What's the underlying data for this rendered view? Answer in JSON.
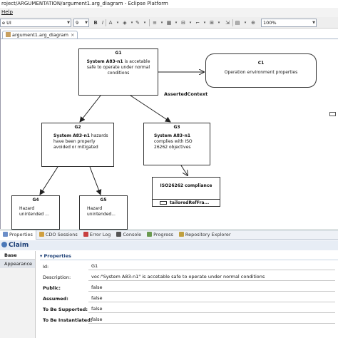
{
  "window": {
    "title": "roject/ARGUMENTATION/argument1.arg_diagram - Eclipse Platform"
  },
  "menu": {
    "help": "Help"
  },
  "toolbar": {
    "font_value": "e UI",
    "size_value": "9",
    "zoom_value": "100%"
  },
  "editor": {
    "tab_label": "argument1.arg_diagram",
    "tab_close": "×"
  },
  "diagram": {
    "g1": {
      "id": "G1",
      "text_bold": "System A83-n1",
      "text": " is accetable safe to operate under normal conditions"
    },
    "c1": {
      "id": "C1",
      "text": "Operation environment properties"
    },
    "edge_label": "AssertedContext",
    "g2": {
      "id": "G2",
      "text_bold": "System A83-n1",
      "text": " hazards have been properly avoided or mitigated"
    },
    "g3": {
      "id": "G3",
      "text_bold": "System A83-n1",
      "text": " complies with ISO 26262 objectives"
    },
    "g4": {
      "id": "G4",
      "text": "Hazard unintended ..."
    },
    "g5": {
      "id": "G5",
      "text": "Hazard unintended..."
    },
    "solution": {
      "title": "ISO26262 compliance",
      "footer": "tailoredRefFra..."
    }
  },
  "properties": {
    "tabs": [
      {
        "label": "Properties",
        "icon": "properties-icon",
        "color": "#6b8ec8"
      },
      {
        "label": "CDO Sessions",
        "icon": "cdo-sessions-icon",
        "color": "#d0a040"
      },
      {
        "label": "Error Log",
        "icon": "error-log-icon",
        "color": "#c84040"
      },
      {
        "label": "Console",
        "icon": "console-icon",
        "color": "#555555"
      },
      {
        "label": "Progress",
        "icon": "progress-icon",
        "color": "#6a9a50"
      },
      {
        "label": "Repository Explorer",
        "icon": "repository-icon",
        "color": "#c0a040"
      }
    ],
    "title": "Claim",
    "left_tabs": {
      "base": "Base",
      "appearance": "Appearance"
    },
    "section": "Properties",
    "rows": [
      {
        "label": "Id:",
        "value": "G1",
        "bold": false
      },
      {
        "label": "Description:",
        "value": "voc:\"System A83-n1\" is accetable safe to operate under normal conditions",
        "bold": false
      },
      {
        "label": "Public:",
        "value": "false",
        "bold": true
      },
      {
        "label": "Assumed:",
        "value": "false",
        "bold": true
      },
      {
        "label": "To Be Supported:",
        "value": "false",
        "bold": true
      },
      {
        "label": "To Be Instantiated:",
        "value": "false",
        "bold": true
      }
    ]
  }
}
